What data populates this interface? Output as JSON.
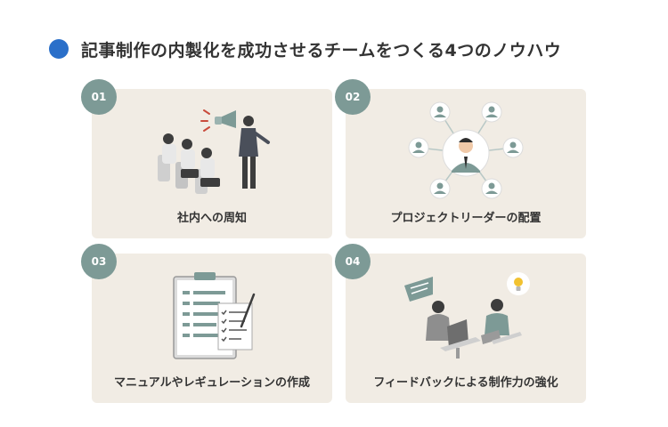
{
  "title": "記事制作の内製化を成功させるチームをつくる4つのノウハウ",
  "colors": {
    "accent_dot": "#2a6fc9",
    "card_bg": "#f1ece4",
    "badge": "#7d9a96",
    "teal": "#7d9a96"
  },
  "cards": [
    {
      "number": "01",
      "label": "社内への周知",
      "icon": "megaphone-presentation-icon"
    },
    {
      "number": "02",
      "label": "プロジェクトリーダーの配置",
      "icon": "team-network-icon"
    },
    {
      "number": "03",
      "label": "マニュアルやレギュレーションの作成",
      "icon": "clipboard-checklist-icon"
    },
    {
      "number": "04",
      "label": "フィードバックによる制作力の強化",
      "icon": "feedback-lightbulb-icon"
    }
  ]
}
